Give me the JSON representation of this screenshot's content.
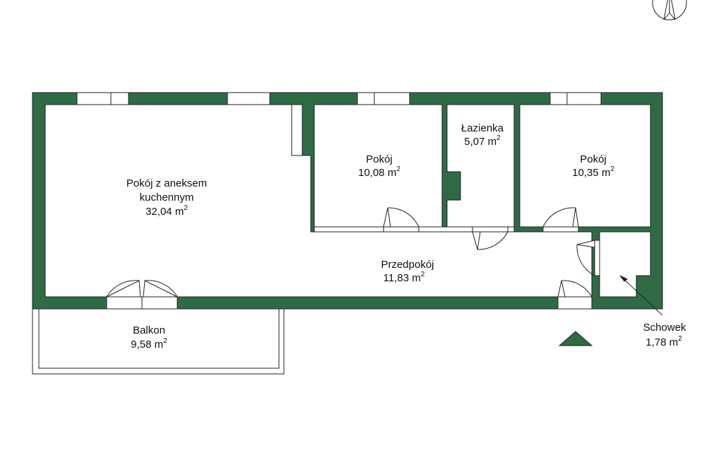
{
  "colors": {
    "wall": "#2e6b45",
    "wall_outline": "#1f1f1f",
    "floor": "#ffffff",
    "line": "#222222"
  },
  "icons": {
    "compass": "compass-icon",
    "entrance": "entrance-triangle-icon"
  },
  "rooms": {
    "living": {
      "name_line1": "Pokój z aneksem",
      "name_line2": "kuchennym",
      "area": "32,04 m",
      "sup": "2"
    },
    "room1": {
      "name": "Pokój",
      "area": "10,08 m",
      "sup": "2"
    },
    "bathroom": {
      "name": "Łazienka",
      "area": "5,07 m",
      "sup": "2"
    },
    "room2": {
      "name": "Pokój",
      "area": "10,35 m",
      "sup": "2"
    },
    "hall": {
      "name": "Przedpokój",
      "area": "11,83 m",
      "sup": "2"
    },
    "balcony": {
      "name": "Balkon",
      "area": "9,58 m",
      "sup": "2"
    },
    "storage": {
      "name": "Schowek",
      "area": "1,78 m",
      "sup": "2"
    }
  }
}
